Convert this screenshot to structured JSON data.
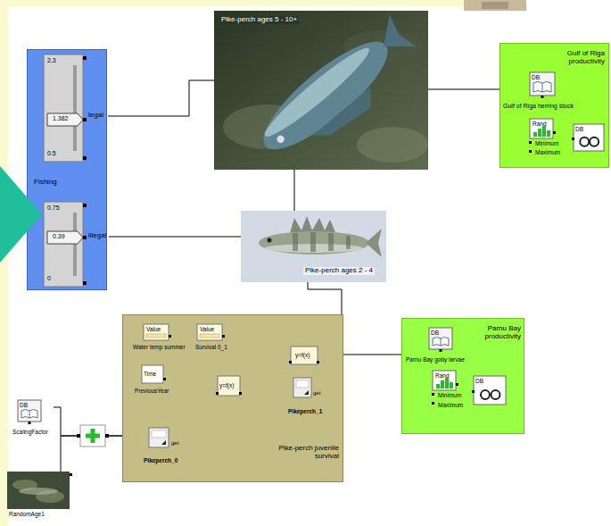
{
  "diagram": {
    "nodes": [
      {
        "text": [
          "Fishing"
        ]
      },
      {
        "text": [
          "2.3",
          "1.382",
          "0.5",
          "legal"
        ],
        "in": 0
      },
      {
        "text": [
          "0.75",
          "0.39",
          "0",
          "illegal"
        ],
        "in": 0
      },
      {
        "text": [
          "Pike-perch ages 5 - 10+"
        ]
      },
      {
        "text": [
          "Gulf of Riga productivity"
        ]
      },
      {
        "text": [
          "DB",
          "Gulf of Riga herring stock"
        ],
        "in": 4
      },
      {
        "text": [
          "Rand",
          "Minimum",
          "Maximum"
        ],
        "in": 4
      },
      {
        "text": [
          "DB"
        ],
        "in": 4
      },
      {
        "text": [
          "Pike-perch ages 2 - 4"
        ]
      },
      {
        "text": [
          "Pike-perch juvenile survival"
        ]
      },
      {
        "text": [
          "Value",
          "Water temp summer"
        ],
        "in": 9
      },
      {
        "text": [
          "Value",
          "Survival 0_1"
        ],
        "in": 9
      },
      {
        "text": [
          "Time",
          "PreviousYear"
        ],
        "in": 9
      },
      {
        "text": [
          "y=f(x)"
        ],
        "in": 9
      },
      {
        "text": [
          "y=f(x)"
        ],
        "in": 9
      },
      {
        "text": [
          "get",
          "Pikeperch_1"
        ],
        "in": 9
      },
      {
        "text": [
          "get",
          "Pikeperch_0"
        ],
        "in": 9
      },
      {
        "text": [
          "Parnu Bay productivity"
        ]
      },
      {
        "text": [
          "DB",
          "Parnu Bay goby larvae"
        ],
        "in": 17
      },
      {
        "text": [
          "Rand",
          "Minimum",
          "Maximum"
        ],
        "in": 17
      },
      {
        "text": [
          "DB"
        ],
        "in": 17
      },
      {
        "text": [
          "DB",
          "ScalingFactor"
        ]
      },
      {
        "text": [
          "RandomAge1"
        ]
      }
    ],
    "edges": [
      {
        "from": 1,
        "to": 3,
        "arrow": "none"
      },
      {
        "from": 2,
        "to": 8,
        "arrow": "none"
      },
      {
        "from": 3,
        "to": 4,
        "arrow": "none"
      },
      {
        "from": 3,
        "to": 8,
        "arrow": "none"
      },
      {
        "from": 8,
        "to": 9,
        "arrow": "none"
      },
      {
        "from": 5,
        "to": 6,
        "arrow": "none"
      },
      {
        "from": 6,
        "to": 7,
        "arrow": "none"
      },
      {
        "from": 10,
        "to": 11,
        "arrow": "none"
      },
      {
        "from": 11,
        "to": 13,
        "arrow": "none"
      },
      {
        "from": 12,
        "to": 13,
        "arrow": "none"
      },
      {
        "from": 16,
        "to": 13,
        "arrow": "none"
      },
      {
        "from": 13,
        "to": 15,
        "arrow": "none"
      },
      {
        "from": 15,
        "to": 14,
        "arrow": "none"
      },
      {
        "from": 14,
        "to": 17,
        "arrow": "none"
      },
      {
        "from": 18,
        "to": 19,
        "arrow": "none"
      },
      {
        "from": 19,
        "to": 20,
        "arrow": "none"
      },
      {
        "from": 21,
        "to": 16,
        "arrow": "none"
      },
      {
        "from": 22,
        "to": 16,
        "arrow": "none"
      }
    ]
  }
}
